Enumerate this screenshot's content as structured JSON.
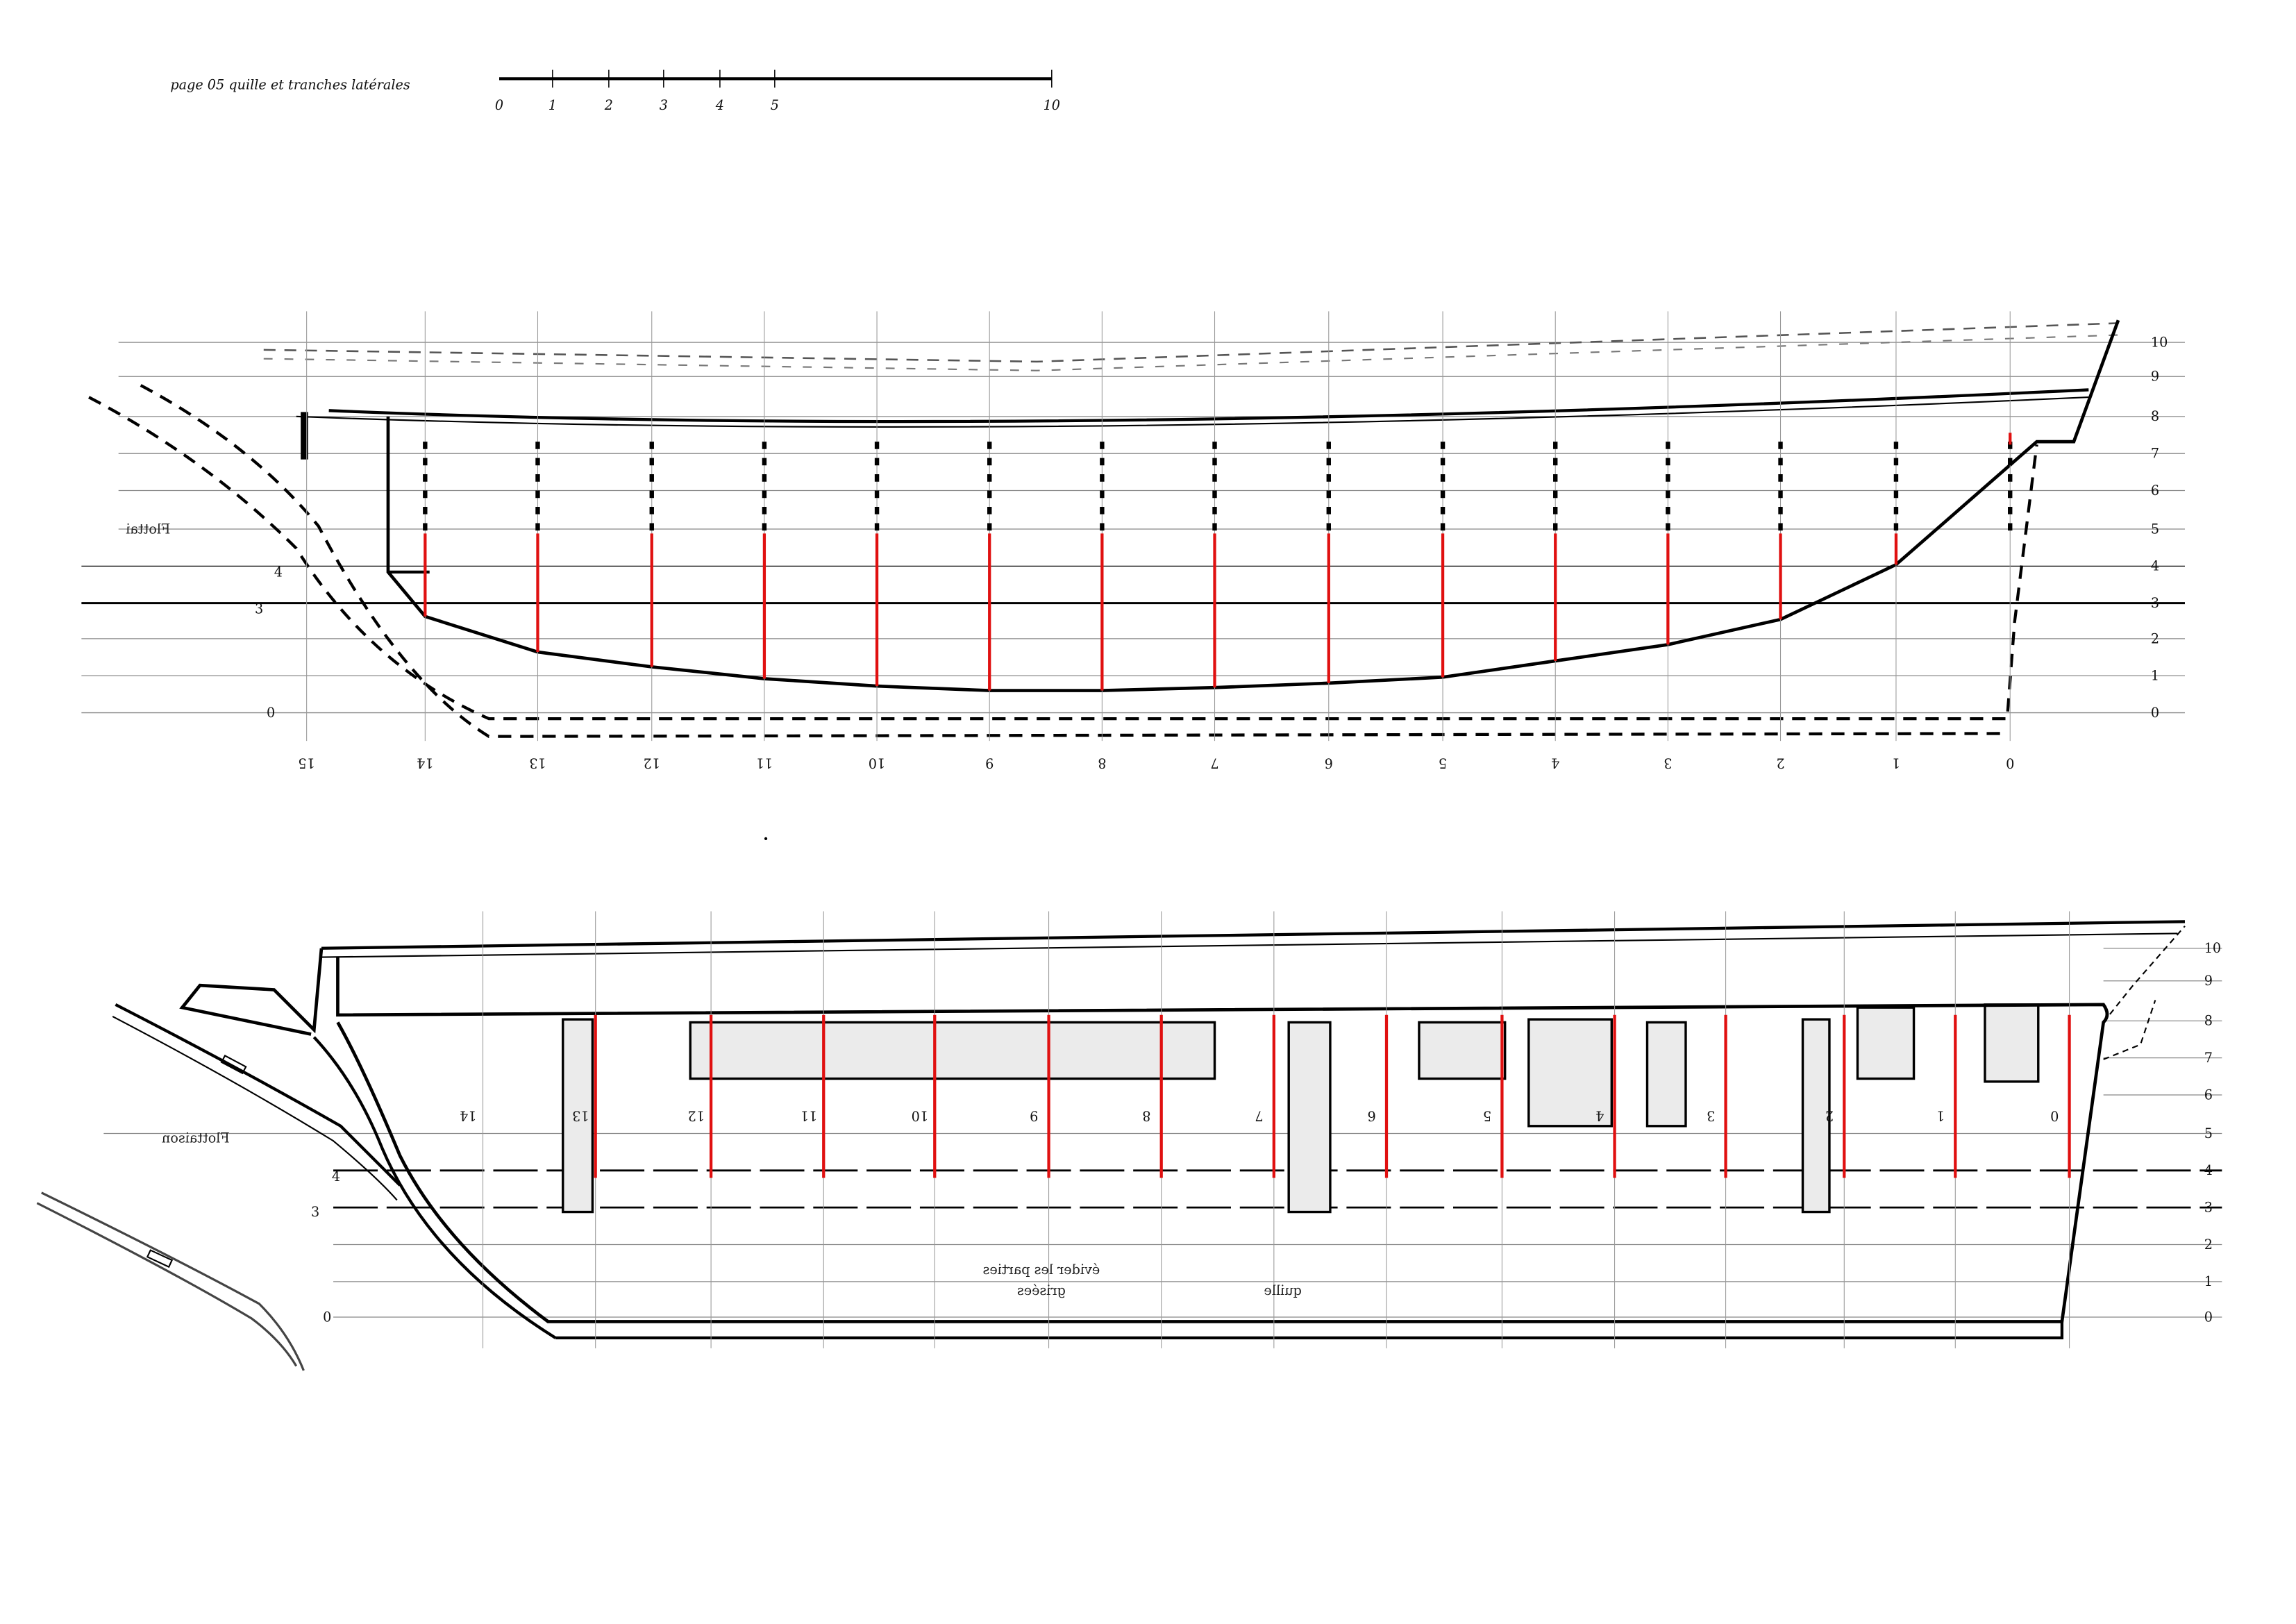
{
  "header": {
    "title": "page 05 quille et tranches latérales"
  },
  "scale": {
    "ticks": [
      "0",
      "1",
      "2",
      "3",
      "4",
      "5",
      "10"
    ]
  },
  "top_view": {
    "flottaison_label": "Flottai",
    "station_labels": [
      "15",
      "14",
      "13",
      "12",
      "11",
      "10",
      "9",
      "8",
      "7",
      "6",
      "5",
      "4",
      "3",
      "2",
      "1",
      "0"
    ],
    "waterline_labels": [
      "0",
      "1",
      "2",
      "3",
      "4",
      "5",
      "6",
      "7",
      "8",
      "9",
      "10"
    ],
    "left_waterline_labels": [
      "0",
      "3",
      "4"
    ]
  },
  "bottom_view": {
    "flottaison_label": "Flottaison",
    "station_labels": [
      "14",
      "13",
      "12",
      "11",
      "10",
      "9",
      "8",
      "7",
      "6",
      "5",
      "4",
      "3",
      "2",
      "1",
      "0"
    ],
    "waterline_labels": [
      "0",
      "1",
      "2",
      "3",
      "4",
      "5",
      "6",
      "7",
      "8",
      "9",
      "10"
    ],
    "left_waterline_labels": [
      "0",
      "3",
      "4"
    ],
    "note_line1": "évider les parties",
    "note_line2": "grisées",
    "keel_label": "quille"
  },
  "colors": {
    "station_line": "#e01010",
    "hull": "#000000",
    "grey_fill": "#ebebeb"
  }
}
